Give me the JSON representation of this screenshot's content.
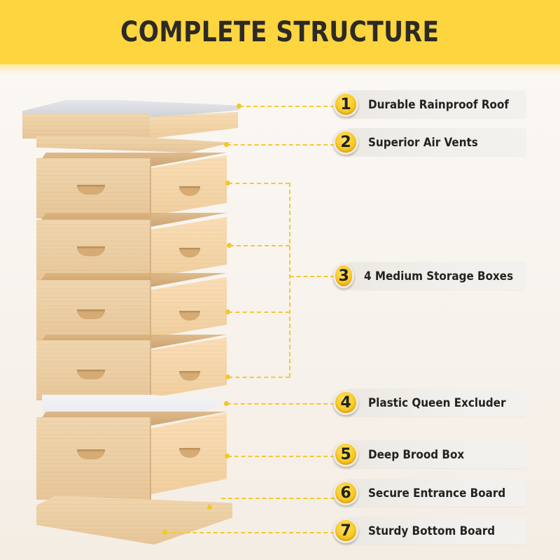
{
  "header": {
    "title": "COMPLETE STRUCTURE",
    "background_color": "#fcd53f",
    "text_color": "#2d2a24"
  },
  "illustration": {
    "subject": "Exploded wooden beehive",
    "parts": [
      "metal-covered telescoping roof",
      "inner cover",
      "medium box 1",
      "medium box 2",
      "medium box 3",
      "medium box 4",
      "queen excluder sheet",
      "deep brood box",
      "entrance reducer",
      "bottom board"
    ]
  },
  "features": [
    {
      "number": "1",
      "label": "Durable Rainproof Roof"
    },
    {
      "number": "2",
      "label": "Superior Air Vents"
    },
    {
      "number": "3",
      "label": "4 Medium Storage Boxes"
    },
    {
      "number": "4",
      "label": "Plastic Queen Excluder"
    },
    {
      "number": "5",
      "label": "Deep Brood Box"
    },
    {
      "number": "6",
      "label": "Secure Entrance Board"
    },
    {
      "number": "7",
      "label": "Sturdy Bottom Board"
    }
  ],
  "colors": {
    "accent_yellow": "#f9c922",
    "dashed_line": "#f2cb2c",
    "label_bg": "#efece7",
    "label_text": "#242220"
  }
}
